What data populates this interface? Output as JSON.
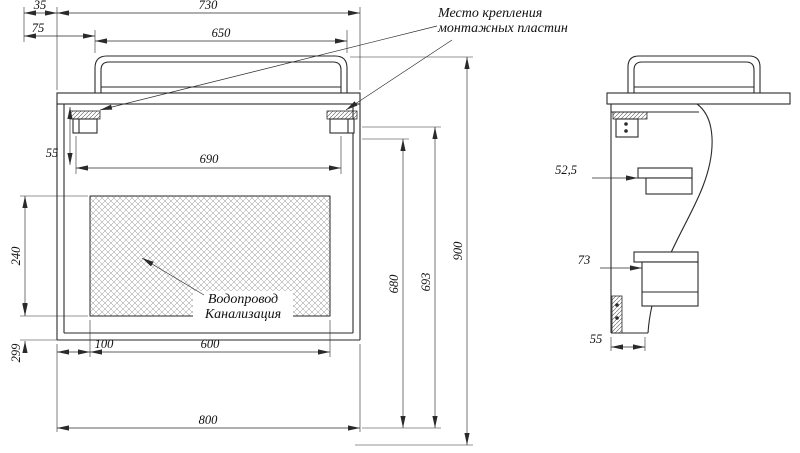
{
  "colors": {
    "line": "#2a2a2a",
    "text": "#101010",
    "hatch": "#909090",
    "background": "#ffffff"
  },
  "notes": {
    "mounting_line1": "Место крепления",
    "mounting_line2": "монтажных пластин",
    "plumbing_line1": "Водопровод",
    "plumbing_line2": "Канализация"
  },
  "front": {
    "dim_35": "35",
    "dim_730": "730",
    "dim_75": "75",
    "dim_650": "650",
    "dim_55": "55",
    "dim_690": "690",
    "dim_240": "240",
    "dim_299": "299",
    "dim_100": "100",
    "dim_600": "600",
    "dim_800": "800",
    "dim_680": "680",
    "dim_693": "693",
    "dim_900": "900"
  },
  "side": {
    "dim_52_5": "52,5",
    "dim_73": "73",
    "dim_55": "55"
  }
}
